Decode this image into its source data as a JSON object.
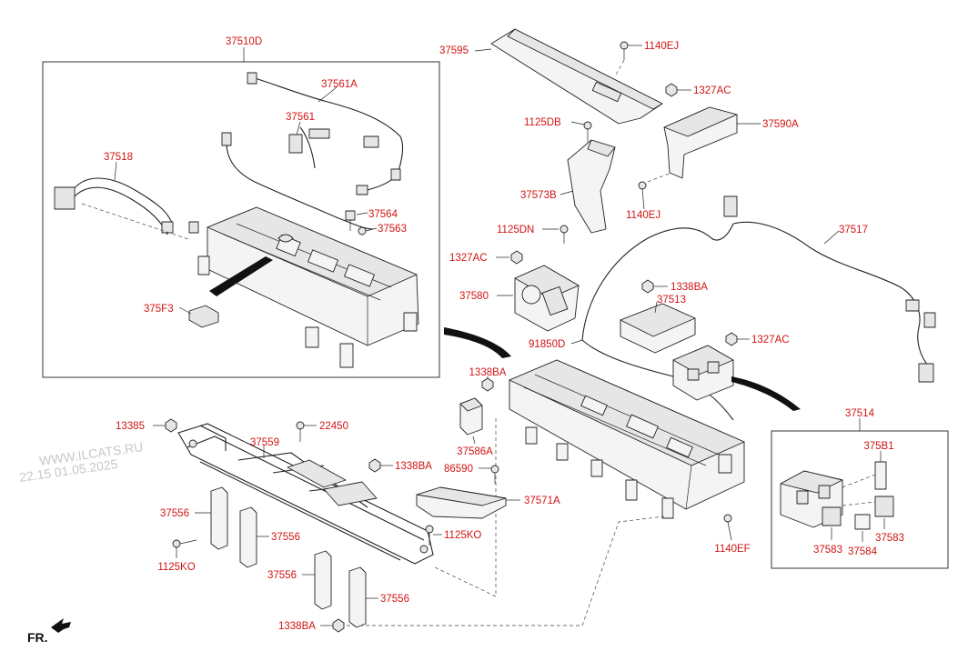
{
  "labels": {
    "group_37510D": "37510D",
    "p37561A": "37561A",
    "p37561": "37561",
    "p37518": "37518",
    "p37564": "37564",
    "p37563": "37563",
    "p375F3": "375F3",
    "p37595": "37595",
    "p1140EJ_top": "1140EJ",
    "p1327AC_top": "1327AC",
    "p1125DB": "1125DB",
    "p37590A": "37590A",
    "p37573B": "37573B",
    "p1140EJ_mid": "1140EJ",
    "p1125DN": "1125DN",
    "p1327AC_left": "1327AC",
    "p37517": "37517",
    "p37580": "37580",
    "p1338BA_mid": "1338BA",
    "p37513": "37513",
    "p91850D": "91850D",
    "p1327AC_right": "1327AC",
    "p1338BA_left": "1338BA",
    "p37586A": "37586A",
    "p13385": "13385",
    "p22450": "22450",
    "p37559": "37559",
    "p1338BA_frame": "1338BA",
    "p86590": "86590",
    "p37571A": "37571A",
    "p37556_a": "37556",
    "p37556_b": "37556",
    "p37556_c": "37556",
    "p37556_d": "37556",
    "p1125KO_right": "1125KO",
    "p1125KO_left": "1125KO",
    "p1338BA_bottom": "1338BA",
    "p1140EF": "1140EF",
    "p37514": "37514",
    "p375B1": "375B1",
    "p37583_a": "37583",
    "p37583_b": "37583",
    "p37584": "37584"
  },
  "direction": "FR.",
  "watermark": {
    "line1": "WWW.ILCATS.RU",
    "line2": "22.15 01.05.2025"
  }
}
